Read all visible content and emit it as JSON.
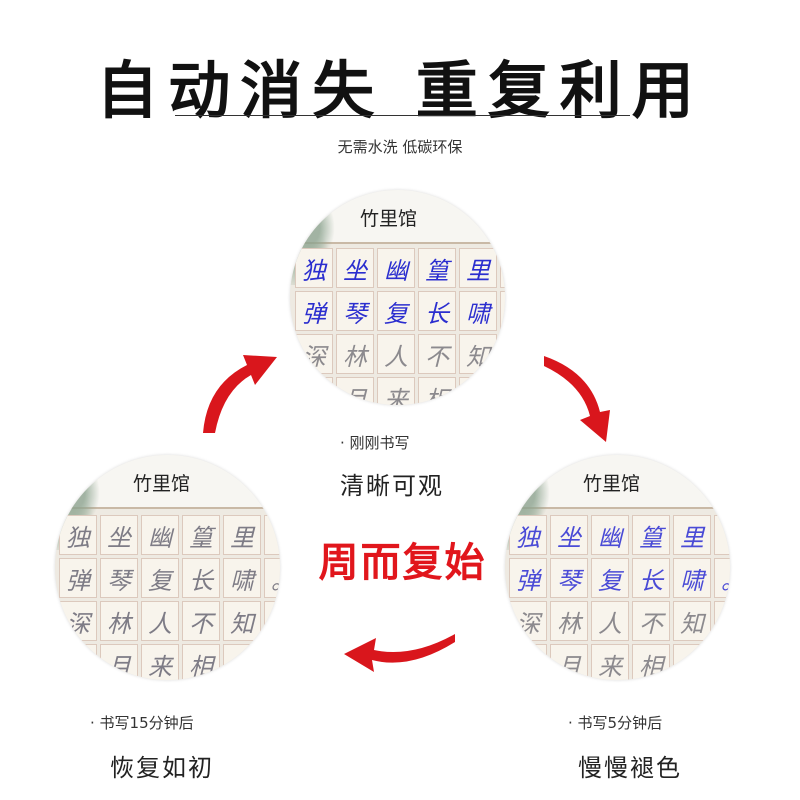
{
  "title": "自动消失 重复利用",
  "subtitle": "无需水洗 低碳环保",
  "center_label": "周而复始",
  "sheet_title": "竹里馆",
  "poem_rows": [
    [
      "独",
      "坐",
      "幽",
      "篁",
      "里",
      ","
    ],
    [
      "弹",
      "琴",
      "复",
      "长",
      "啸",
      "。"
    ],
    [
      "深",
      "林",
      "人",
      "不",
      "知",
      ""
    ],
    [
      "",
      "月",
      "来",
      "相",
      "",
      ""
    ]
  ],
  "stages": {
    "top": {
      "caption_small": "· 刚刚书写",
      "caption_big": "清晰可观"
    },
    "right": {
      "caption_small": "· 书写5分钟后",
      "caption_big": "慢慢褪色"
    },
    "left": {
      "caption_small": "· 书写15分钟后",
      "caption_big": "恢复如初"
    }
  },
  "colors": {
    "accent_red": "#e1161c",
    "ink_blue": "#2b2ecf",
    "ink_gray": "#8c8a8e"
  },
  "icons": [
    "arrow-top-left-icon",
    "arrow-top-right-icon",
    "arrow-bottom-icon"
  ]
}
